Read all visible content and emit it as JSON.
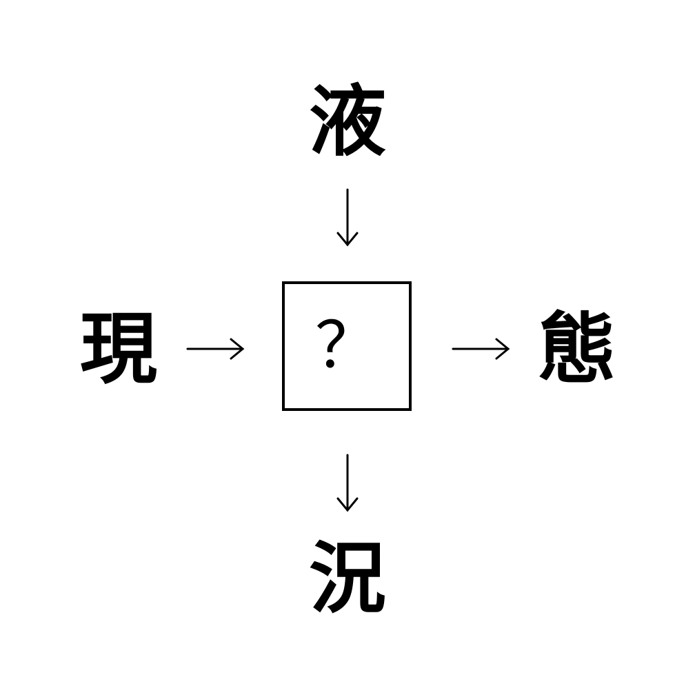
{
  "puzzle": {
    "top": "液",
    "left": "現",
    "right": "態",
    "bottom": "況",
    "center": "？"
  },
  "colors": {
    "ink": "#000000",
    "background": "#ffffff"
  },
  "icons": {
    "arrow_top": "arrow-down-icon",
    "arrow_left": "arrow-right-icon",
    "arrow_right": "arrow-right-icon",
    "arrow_bottom": "arrow-down-icon"
  }
}
